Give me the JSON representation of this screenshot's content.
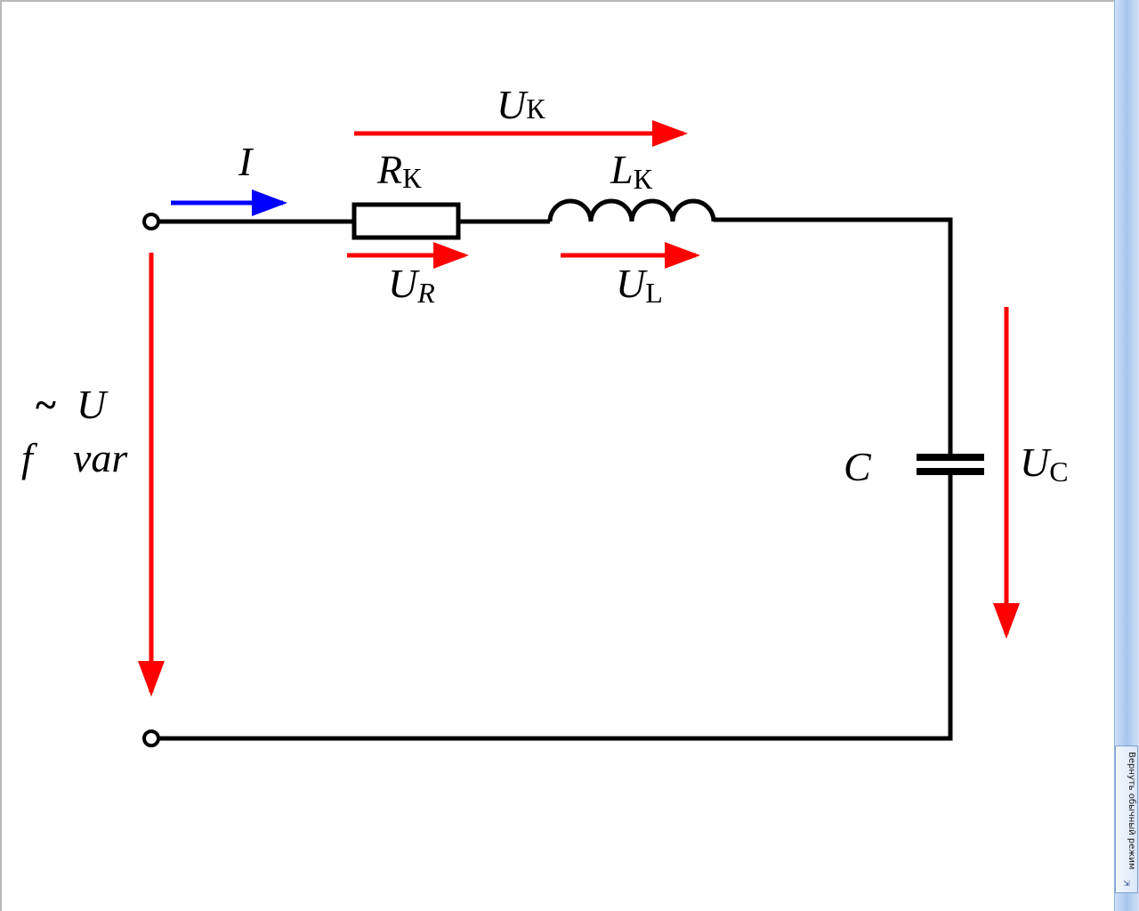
{
  "diagram": {
    "current_label": "I",
    "resistor": {
      "symbol": "R",
      "subscript": "К"
    },
    "inductor": {
      "symbol": "L",
      "subscript": "К"
    },
    "coil_voltage": {
      "symbol": "U",
      "subscript": "К"
    },
    "resistor_voltage": {
      "symbol": "U",
      "subscript": "R"
    },
    "inductor_voltage": {
      "symbol": "U",
      "subscript": "L"
    },
    "capacitor": {
      "symbol": "C"
    },
    "capacitor_voltage": {
      "symbol": "U",
      "subscript": "C"
    },
    "source": {
      "tilde": "~",
      "voltage": "U",
      "frequency": "f",
      "variable": "var"
    }
  },
  "side_panel": {
    "normal_mode_label": "Вернуть обычный режим",
    "normal_mode_icon": "restore-icon"
  },
  "colors": {
    "voltage_arrows": "#ff0000",
    "current_arrow": "#0000ff",
    "wires": "#000000"
  }
}
